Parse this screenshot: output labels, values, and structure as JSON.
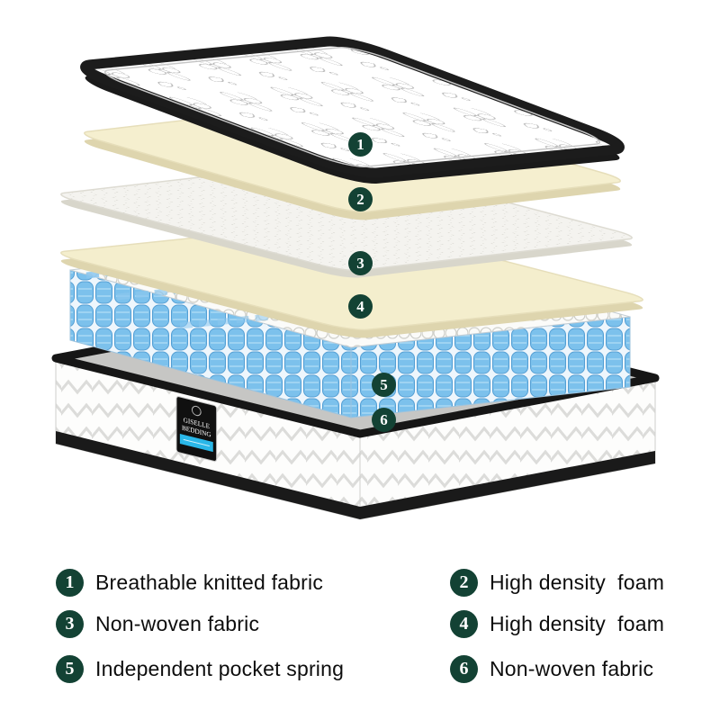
{
  "diagram": {
    "badges": [
      {
        "num": "1"
      },
      {
        "num": "2"
      },
      {
        "num": "3"
      },
      {
        "num": "4"
      },
      {
        "num": "5"
      },
      {
        "num": "6"
      }
    ],
    "brand": {
      "line1": "GISELLE",
      "line2": "BEDDING"
    }
  },
  "legend": {
    "items": [
      {
        "num": "1",
        "label": "Breathable knitted fabric"
      },
      {
        "num": "2",
        "label": "High density  foam"
      },
      {
        "num": "3",
        "label": "Non-woven fabric"
      },
      {
        "num": "4",
        "label": "High density  foam"
      },
      {
        "num": "5",
        "label": "Independent pocket spring"
      },
      {
        "num": "6",
        "label": "Non-woven fabric"
      }
    ]
  },
  "colors": {
    "badge_green": "#134234",
    "spring_blue": "#7cc1ec",
    "foam_cream": "#f4eecd",
    "edge_black": "#1a1a1a",
    "label_blue": "#2ab7e8"
  }
}
